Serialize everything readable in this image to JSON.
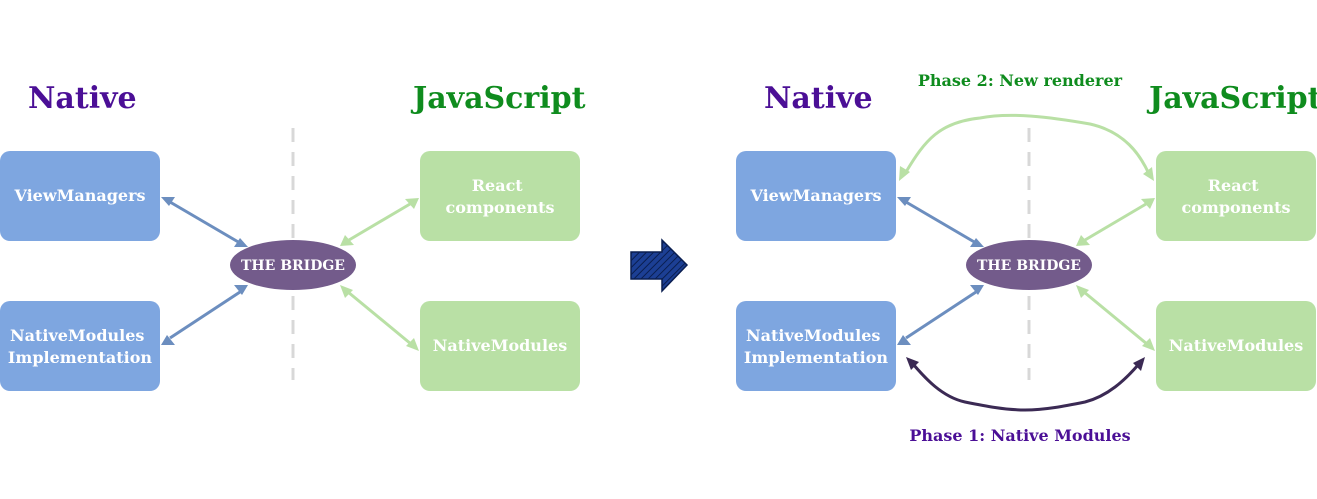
{
  "colors": {
    "native_title": "#4b0f96",
    "js_title": "#0f8c1e",
    "native_box": "#7ea6e0",
    "js_box": "#b9e0a5",
    "bridge": "#735b8b",
    "native_arrow": "#6c8ebf",
    "js_arrow": "#b9e0a5",
    "divider": "#d8d8d8",
    "phase1_arrow": "#3b2a54",
    "phase1_text": "#4b0f96",
    "phase2_text": "#0f8c1e",
    "transition_arrow_fill": "#1c3f94",
    "transition_arrow_stroke": "#0a1e50"
  },
  "before": {
    "native_title": "Native",
    "js_title": "JavaScript",
    "bridge_label": "THE BRIDGE",
    "native_boxes": [
      {
        "lines": [
          "ViewManagers"
        ]
      },
      {
        "lines": [
          "NativeModules",
          "Implementation"
        ]
      }
    ],
    "js_boxes": [
      {
        "lines": [
          "React",
          "components"
        ]
      },
      {
        "lines": [
          "NativeModules"
        ]
      }
    ]
  },
  "transition_arrow": {
    "icon": "right-arrow-icon"
  },
  "after": {
    "native_title": "Native",
    "js_title": "JavaScript",
    "bridge_label": "THE BRIDGE",
    "native_boxes": [
      {
        "lines": [
          "ViewManagers"
        ]
      },
      {
        "lines": [
          "NativeModules",
          "Implementation"
        ]
      }
    ],
    "js_boxes": [
      {
        "lines": [
          "React",
          "components"
        ]
      },
      {
        "lines": [
          "NativeModules"
        ]
      }
    ],
    "phase2_label": "Phase 2: New renderer",
    "phase1_label": "Phase 1: Native Modules"
  }
}
